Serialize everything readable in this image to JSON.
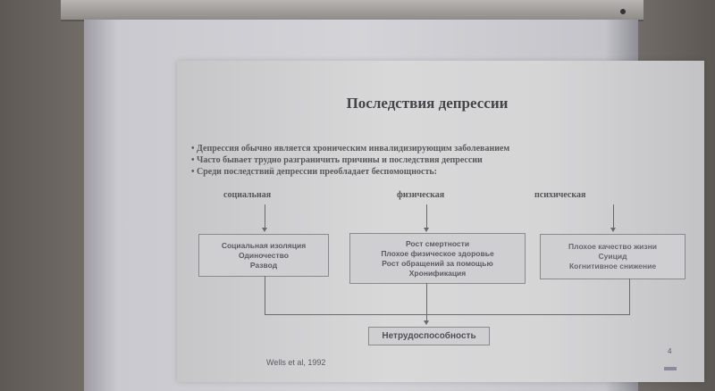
{
  "slide": {
    "title": "Последствия депрессии",
    "bullets": [
      "Депрессия обычно является хроническим инвалидизирующим заболеванием",
      "Часто бывает трудно разграничить причины и последствия депрессии",
      "Среди последствий депрессии преобладает беспомощность:"
    ],
    "categories": [
      {
        "label": "социальная",
        "items": [
          "Социальная изоляция",
          "Одиночество",
          "Развод"
        ]
      },
      {
        "label": "физическая",
        "items": [
          "Рост смертности",
          "Плохое физическое здоровье",
          "Рост обращений за помощью",
          "Хронификация"
        ]
      },
      {
        "label": "психическая",
        "items": [
          "Плохое качество жизни",
          "Суицид",
          "Когнитивное снижение"
        ]
      }
    ],
    "outcome": "Нетрудоспособность",
    "citation": "Wells et al, 1992",
    "page_number": "4"
  }
}
